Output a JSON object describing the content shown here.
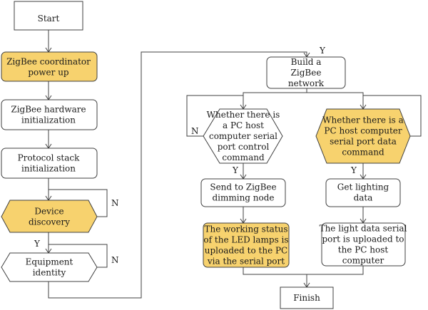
{
  "colors": {
    "highlight": "#F7D26E",
    "plain": "#FFFFFF",
    "stroke": "#404040",
    "text": "#1A1A1A"
  },
  "nodes": {
    "start": {
      "lines": [
        "Start"
      ],
      "highlight": false
    },
    "coordinator": {
      "lines": [
        "ZigBee coordinator",
        "power up"
      ],
      "highlight": true
    },
    "hardware": {
      "lines": [
        "ZigBee hardware",
        "initialization"
      ],
      "highlight": false
    },
    "protocol": {
      "lines": [
        "Protocol stack",
        "initialization"
      ],
      "highlight": false
    },
    "discovery": {
      "lines": [
        "Device",
        "discovery"
      ],
      "highlight": true
    },
    "identity": {
      "lines": [
        "Equipment",
        "identity"
      ],
      "highlight": false
    },
    "network": {
      "lines": [
        "Build a",
        "ZigBee",
        "network"
      ],
      "highlight": false
    },
    "control_cmd": {
      "lines": [
        "Whether there is",
        "a PC host",
        "computer serial",
        "port control",
        "command"
      ],
      "highlight": false
    },
    "data_cmd": {
      "lines": [
        "Whether there is a",
        "PC host computer",
        "serial port data",
        "command"
      ],
      "highlight": true
    },
    "dimming": {
      "lines": [
        "Send to ZigBee",
        "dimming node"
      ],
      "highlight": false
    },
    "lighting": {
      "lines": [
        "Get lighting",
        "data"
      ],
      "highlight": false
    },
    "led_status": {
      "lines": [
        "The working status",
        "of the LED lamps is",
        "uploaded to the PC",
        "via the serial port"
      ],
      "highlight": true
    },
    "light_upload": {
      "lines": [
        "The light data serial",
        "port is uploaded to",
        "the PC host",
        "computer"
      ],
      "highlight": false
    },
    "finish": {
      "lines": [
        "Finish"
      ],
      "highlight": false
    }
  },
  "edge_labels": {
    "discovery_no": "N",
    "discovery_yes": "Y",
    "identity_no": "N",
    "to_network_yes": "Y",
    "control_no": "N",
    "control_yes": "Y",
    "data_yes": "Y"
  }
}
